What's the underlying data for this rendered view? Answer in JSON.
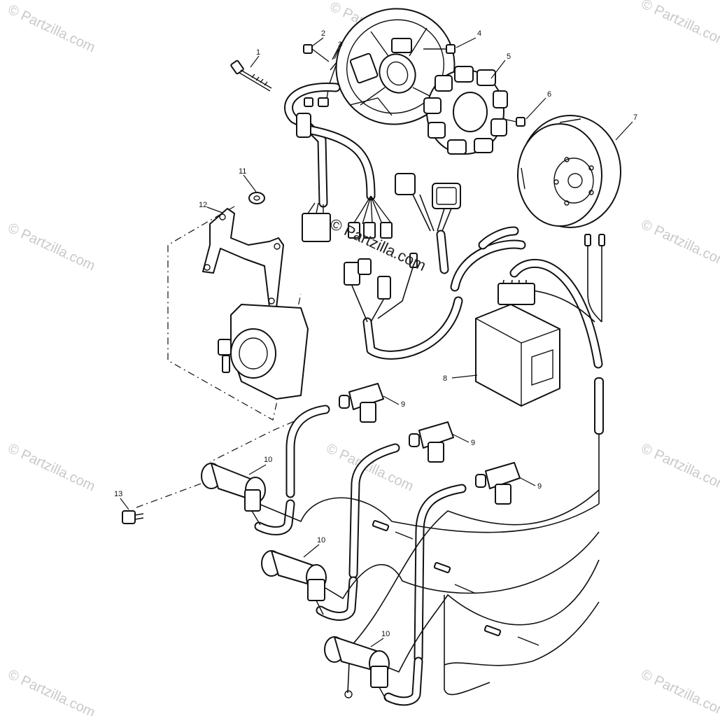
{
  "watermark": {
    "site_text": "© Partzilla.com",
    "center_text": "© Partzilla.com"
  },
  "callouts": [
    {
      "id": "1",
      "label": "1"
    },
    {
      "id": "2",
      "label": "2"
    },
    {
      "id": "3",
      "label": "3"
    },
    {
      "id": "4",
      "label": "4"
    },
    {
      "id": "5",
      "label": "5"
    },
    {
      "id": "6",
      "label": "6"
    },
    {
      "id": "7",
      "label": "7"
    },
    {
      "id": "8",
      "label": "8"
    },
    {
      "id": "9a",
      "label": "9"
    },
    {
      "id": "9b",
      "label": "9"
    },
    {
      "id": "9c",
      "label": "9"
    },
    {
      "id": "10a",
      "label": "10"
    },
    {
      "id": "10b",
      "label": "10"
    },
    {
      "id": "10c",
      "label": "10"
    },
    {
      "id": "11",
      "label": "11"
    },
    {
      "id": "12",
      "label": "12"
    },
    {
      "id": "13",
      "label": "13"
    }
  ],
  "colors": {
    "line": "#111111",
    "watermark": "#c9c9c9",
    "background": "#ffffff"
  }
}
